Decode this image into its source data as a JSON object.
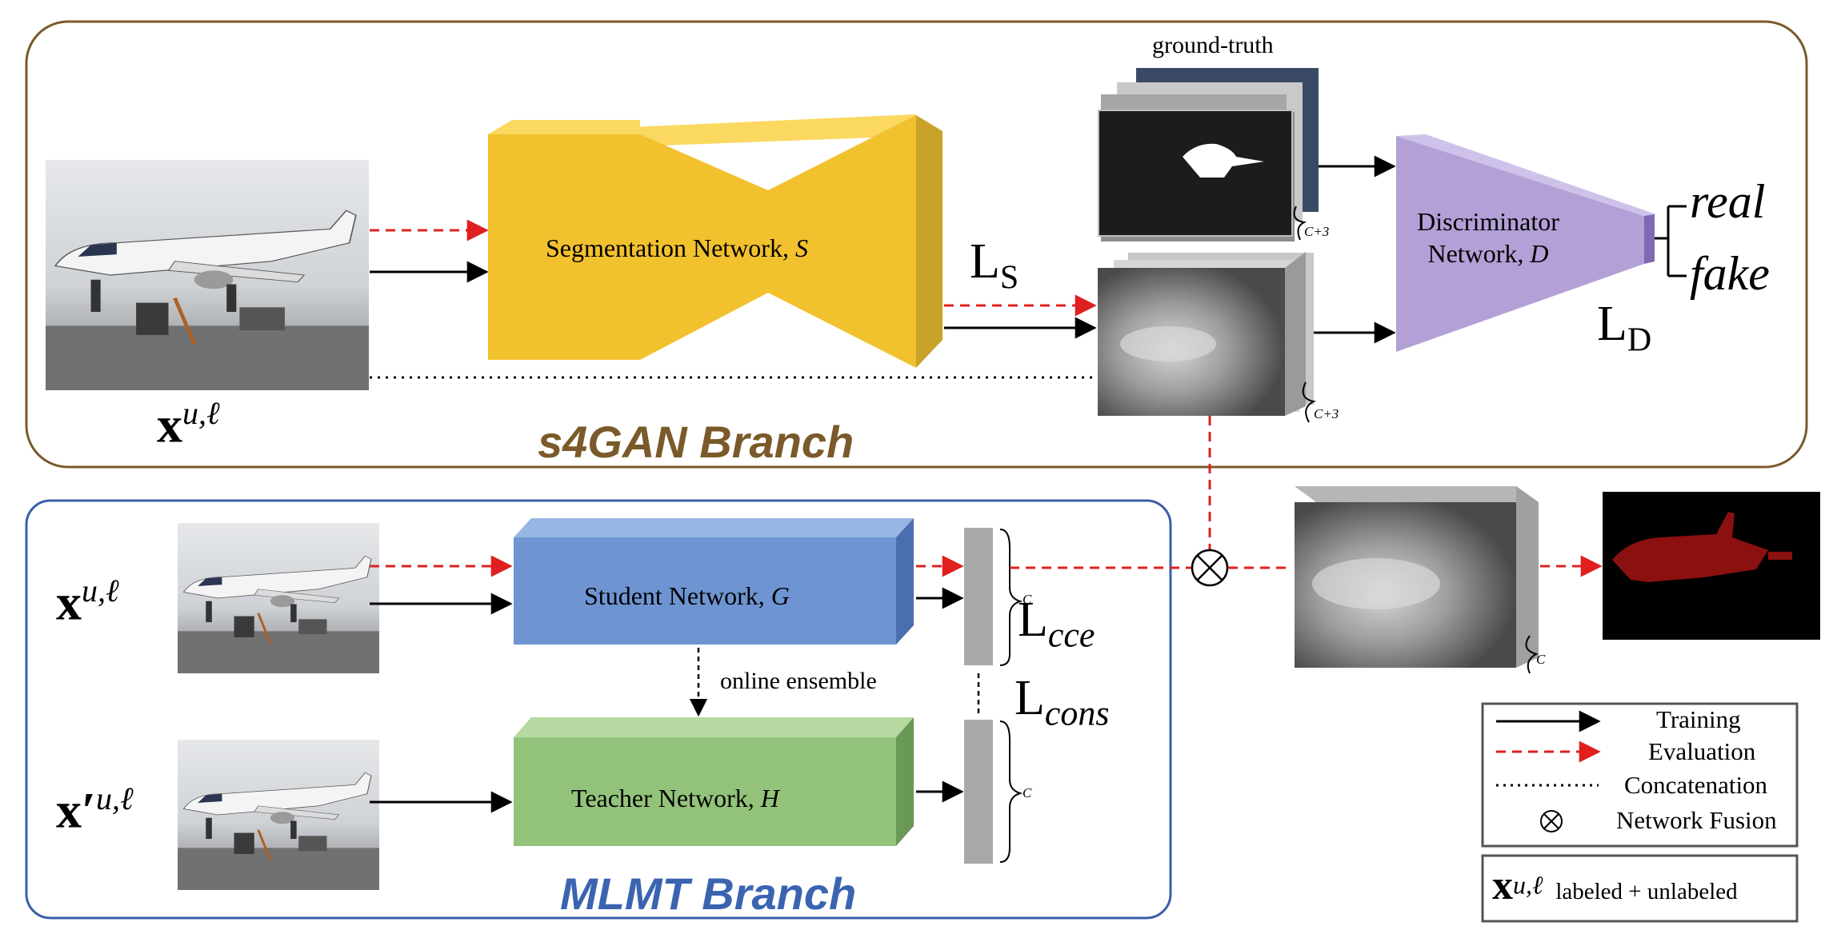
{
  "s4gan": {
    "branch_title": "s4GAN Branch",
    "segmentation_label": "Segmentation Network, ",
    "segmentation_symbol": "S",
    "discriminator_label_line1": "Discriminator",
    "discriminator_label_line2": "Network, ",
    "discriminator_symbol": "D",
    "ground_truth_label": "ground-truth",
    "loss_s": "L",
    "loss_s_sub": "S",
    "loss_d": "L",
    "loss_d_sub": "D",
    "real_label": "real",
    "fake_label": "fake",
    "brace_gt": "C+3",
    "brace_pred": "C+3",
    "input_label": "x",
    "input_sup": "u,ℓ"
  },
  "mlmt": {
    "branch_title": "MLMT Branch",
    "student_label": "Student Network, ",
    "student_symbol": "G",
    "teacher_label": "Teacher Network, ",
    "teacher_symbol": "H",
    "online_ensemble": "online ensemble",
    "loss_cce": "L",
    "loss_cce_sub": "cce",
    "loss_cons": "L",
    "loss_cons_sub": "cons",
    "brace_student": "C",
    "brace_teacher": "C",
    "input_student": "x",
    "input_student_sup": "u,ℓ",
    "input_teacher": "x′",
    "input_teacher_sup": "u,ℓ"
  },
  "fusion": {
    "brace_fused": "C"
  },
  "legend": {
    "training": "Training",
    "evaluation": "Evaluation",
    "concatenation": "Concatenation",
    "fusion": "Network Fusion",
    "x_label": "x",
    "x_sup": "u,ℓ",
    "x_desc": "labeled + unlabeled"
  },
  "colors": {
    "s4gan_border": "#7a5a2a",
    "s4gan_title": "#7a5a2a",
    "mlmt_border": "#3b5ea8",
    "mlmt_title": "#3b64b0",
    "segmentation": "#f2c12e",
    "discriminator": "#b3a0d6",
    "student": "#6e95d2",
    "teacher": "#93c37a",
    "evaluation_arrow": "#e02020"
  }
}
